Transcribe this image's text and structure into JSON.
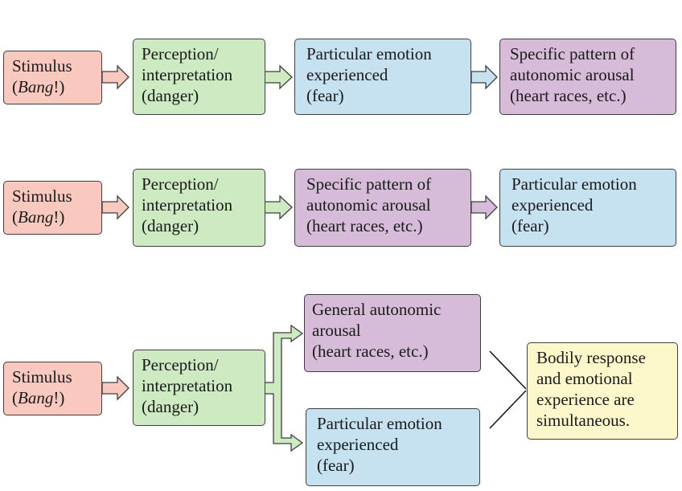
{
  "colors": {
    "stimulus": "#f9c9bf",
    "perception": "#cdeac3",
    "emotion": "#c6e1f0",
    "arousal": "#d7bcd9",
    "simultaneous": "#fdf7cc"
  },
  "row1": {
    "stimulus": {
      "line1": "Stimulus",
      "paren_open": "(",
      "bang": "Bang",
      "excl": "!",
      "paren_close": ")"
    },
    "perception": [
      "Perception/",
      "interpretation",
      "(danger)"
    ],
    "emotion": [
      "Particular emotion",
      "experienced",
      "(fear)"
    ],
    "arousal": [
      "Specific pattern of",
      "autonomic arousal",
      "(heart races, etc.)"
    ]
  },
  "row2": {
    "stimulus": {
      "line1": "Stimulus",
      "paren_open": "(",
      "bang": "Bang",
      "excl": "!",
      "paren_close": ")"
    },
    "perception": [
      "Perception/",
      "interpretation",
      "(danger)"
    ],
    "arousal": [
      "Specific pattern of",
      "autonomic arousal",
      "(heart races, etc.)"
    ],
    "emotion": [
      "Particular emotion",
      "experienced",
      "(fear)"
    ]
  },
  "row3": {
    "stimulus": {
      "line1": "Stimulus",
      "paren_open": "(",
      "bang": "Bang",
      "excl": "!",
      "paren_close": ")"
    },
    "perception": [
      "Perception/",
      "interpretation",
      "(danger)"
    ],
    "arousal": [
      "General autonomic",
      "arousal",
      "(heart races, etc.)"
    ],
    "emotion": [
      "Particular emotion",
      "experienced",
      "(fear)"
    ],
    "simultaneous": [
      "Bodily response",
      "and emotional",
      "experience are",
      "simultaneous."
    ]
  }
}
